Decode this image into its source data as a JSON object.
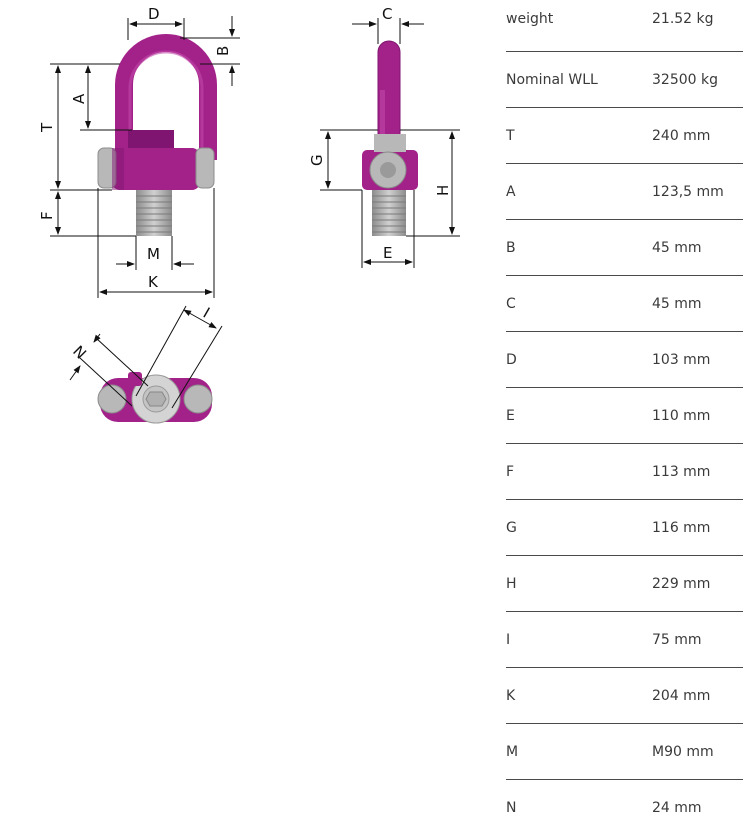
{
  "drawing": {
    "dimension_labels": [
      "D",
      "B",
      "A",
      "T",
      "F",
      "M",
      "K",
      "C",
      "G",
      "H",
      "E",
      "N",
      "I"
    ]
  },
  "colors": {
    "body": "#a3228a",
    "body_dark": "#7f1570",
    "steel": "#b8b8b8",
    "steel_dark": "#8c8c8c"
  },
  "specs": [
    {
      "label": "weight",
      "value": "21.52 kg"
    },
    {
      "label": "Nominal WLL",
      "value": "32500 kg"
    },
    {
      "label": "T",
      "value": "240 mm"
    },
    {
      "label": "A",
      "value": "123,5 mm"
    },
    {
      "label": "B",
      "value": "45 mm"
    },
    {
      "label": "C",
      "value": "45 mm"
    },
    {
      "label": "D",
      "value": "103 mm"
    },
    {
      "label": "E",
      "value": "110 mm"
    },
    {
      "label": "F",
      "value": "113 mm"
    },
    {
      "label": "G",
      "value": "116 mm"
    },
    {
      "label": "H",
      "value": "229 mm"
    },
    {
      "label": "I",
      "value": "75 mm"
    },
    {
      "label": "K",
      "value": "204 mm"
    },
    {
      "label": "M",
      "value": "M90 mm"
    },
    {
      "label": "N",
      "value": "24 mm"
    }
  ]
}
